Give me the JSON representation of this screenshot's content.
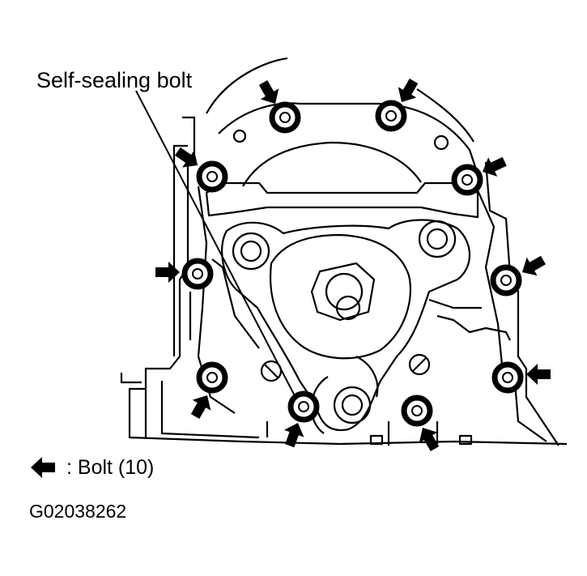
{
  "diagram": {
    "callout_label": "Self-sealing bolt",
    "legend_text": ": Bolt (10)",
    "figure_id": "G02038262",
    "bolt_count": 10,
    "legend_symbol": "arrow-left-icon",
    "line_color": "#000000",
    "background_color": "#ffffff"
  }
}
